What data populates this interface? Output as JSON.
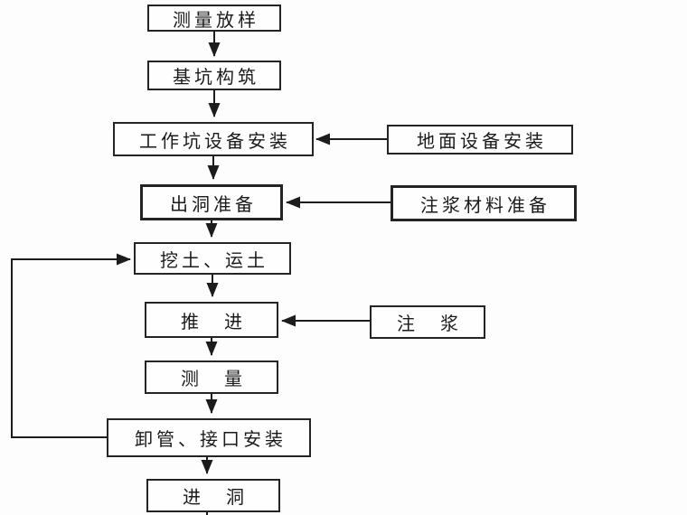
{
  "diagram_type": "flowchart",
  "nodes": {
    "survey_layout": {
      "label": "测量放样"
    },
    "pit_construction": {
      "label": "基坑构筑"
    },
    "working_pit_equipment": {
      "label": "工作坑设备安装"
    },
    "exit_hole_prep": {
      "label": "出洞准备"
    },
    "excavation": {
      "label": "挖土、运土"
    },
    "jacking": {
      "label": "推　进"
    },
    "measurement": {
      "label": "测　量"
    },
    "pipe_unload_joint": {
      "label": "卸管、接口安装"
    },
    "enter_hole": {
      "label": "进　洞"
    },
    "ground_equipment": {
      "label": "地面设备安装"
    },
    "grout_material_prep": {
      "label": "注浆材料准备"
    },
    "grouting": {
      "label": "注　浆"
    }
  },
  "edges": [
    {
      "from": "survey_layout",
      "to": "pit_construction",
      "direction": "down"
    },
    {
      "from": "pit_construction",
      "to": "working_pit_equipment",
      "direction": "down"
    },
    {
      "from": "working_pit_equipment",
      "to": "exit_hole_prep",
      "direction": "down"
    },
    {
      "from": "exit_hole_prep",
      "to": "excavation",
      "direction": "down"
    },
    {
      "from": "excavation",
      "to": "jacking",
      "direction": "down"
    },
    {
      "from": "jacking",
      "to": "measurement",
      "direction": "down"
    },
    {
      "from": "measurement",
      "to": "pipe_unload_joint",
      "direction": "down"
    },
    {
      "from": "pipe_unload_joint",
      "to": "enter_hole",
      "direction": "down"
    },
    {
      "from": "ground_equipment",
      "to": "working_pit_equipment",
      "direction": "left"
    },
    {
      "from": "grout_material_prep",
      "to": "exit_hole_prep",
      "direction": "left"
    },
    {
      "from": "grouting",
      "to": "jacking",
      "direction": "left"
    },
    {
      "from": "pipe_unload_joint",
      "to": "excavation",
      "direction": "loop-left"
    }
  ],
  "colors": {
    "line": "#1c1c1c",
    "box_border": "#242424",
    "box_fill": "#fefefe",
    "background": "#fdfdfd",
    "text": "#1a1a1a"
  }
}
